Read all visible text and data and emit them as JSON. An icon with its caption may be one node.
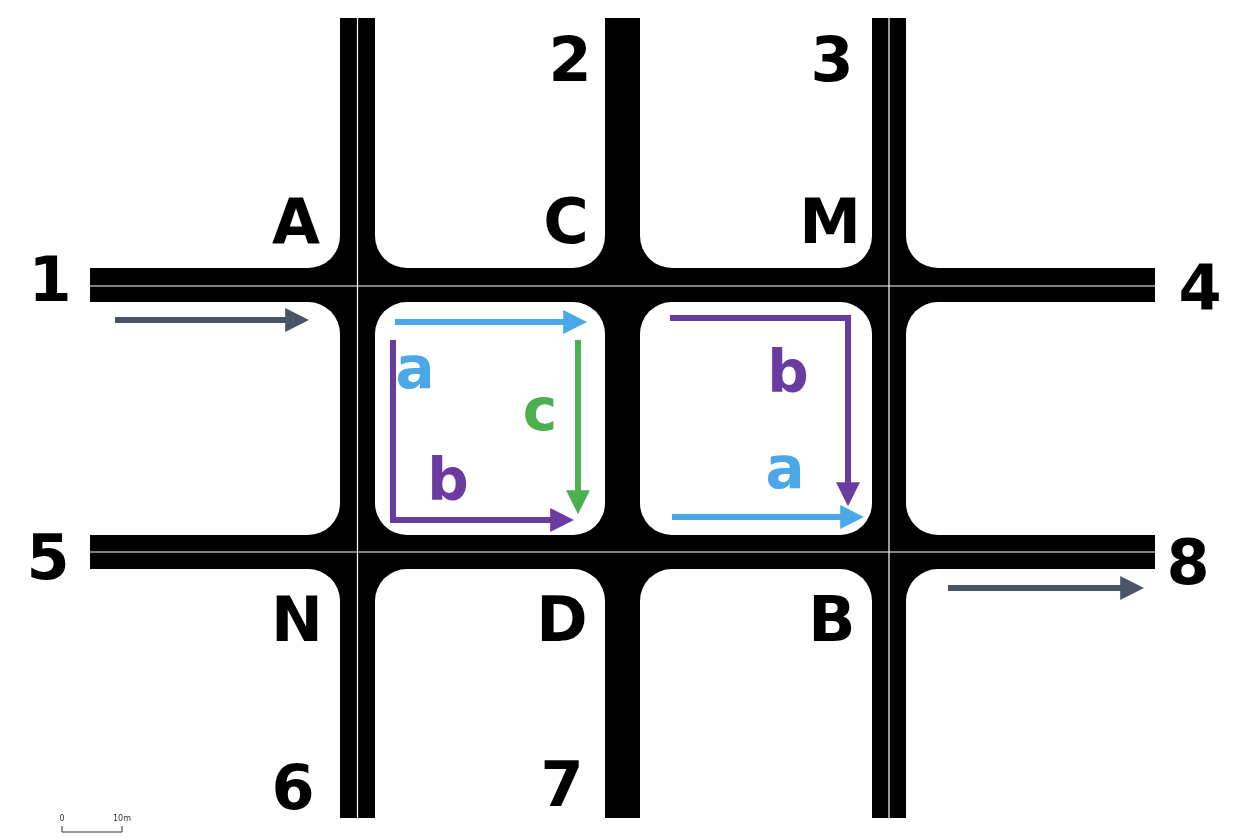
{
  "diagram": {
    "labels": [
      "2",
      "3",
      "A",
      "C",
      "M",
      "1",
      "4",
      "a",
      "b",
      "c",
      "b",
      "a",
      "5",
      "8",
      "N",
      "D",
      "B",
      "6",
      "7",
      "0",
      "10m"
    ]
  }
}
